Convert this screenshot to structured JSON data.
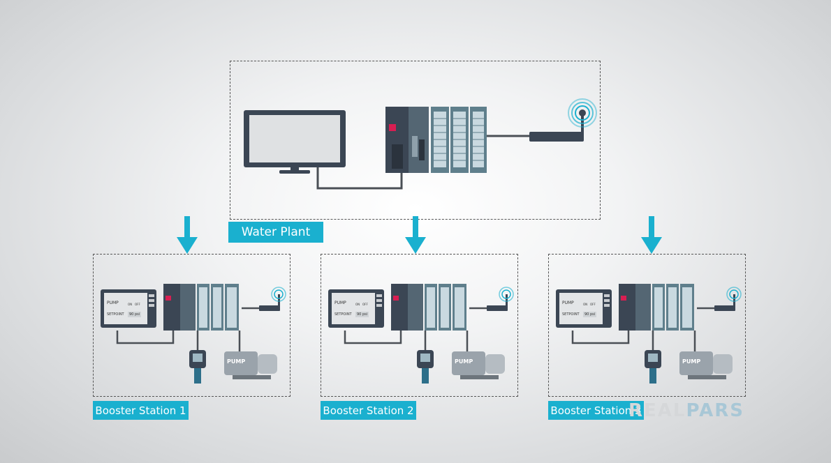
{
  "colors": {
    "accent": "#1ab0cf",
    "panel_border": "#555555",
    "plc_dark": "#3b4654",
    "module_teal": "#5f7f8c",
    "device_gray": "#9aa3ab",
    "logo_light": "#d5d7d9",
    "logo_pars": "#a8c7d6"
  },
  "water_plant": {
    "label": "Water Plant"
  },
  "stations": [
    {
      "label": "Booster Station 1",
      "hmi": {
        "pump": "PUMP",
        "on": "ON",
        "off": "OFF",
        "setpoint_label": "SETPOINT",
        "setpoint_value": "90 psi"
      },
      "pump_label": "PUMP"
    },
    {
      "label": "Booster Station 2",
      "hmi": {
        "pump": "PUMP",
        "on": "ON",
        "off": "OFF",
        "setpoint_label": "SETPOINT",
        "setpoint_value": "90 psi"
      },
      "pump_label": "PUMP"
    },
    {
      "label": "Booster Station 3",
      "hmi": {
        "pump": "PUMP",
        "on": "ON",
        "off": "OFF",
        "setpoint_label": "SETPOINT",
        "setpoint_value": "90 psi"
      },
      "pump_label": "PUMP"
    }
  ],
  "brand": {
    "real": "REAL",
    "pars": "PARS"
  },
  "icons": [
    "monitor-icon",
    "plc-icon",
    "wireless-router-icon",
    "hmi-panel-icon",
    "pressure-transmitter-icon",
    "pump-motor-icon",
    "down-arrow-icon"
  ]
}
